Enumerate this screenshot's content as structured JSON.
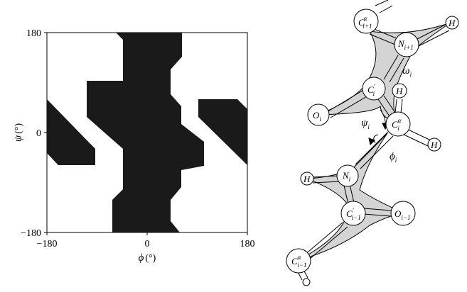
{
  "plot": {
    "y_tick_top": "180",
    "y_tick_mid": "0",
    "y_tick_bottom": "−180",
    "x_tick_left": "−180",
    "x_tick_mid": "0",
    "x_tick_right": "180",
    "x_axis_symbol": "ϕ",
    "x_axis_unit": "(°)",
    "y_axis_symbol": "ψ",
    "y_axis_unit": "(°)",
    "fill_color": "#1a1a1a"
  },
  "molecule": {
    "atoms": {
      "ca_next": {
        "base": "C",
        "sub": "i+1",
        "sup": "α"
      },
      "h_top": {
        "base": "H"
      },
      "n_next": {
        "base": "N",
        "sub": "i+1"
      },
      "c_prime": {
        "base": "C",
        "sub": "i",
        "sup": "′"
      },
      "h_mid": {
        "base": "H"
      },
      "o_i": {
        "base": "O",
        "sub": "i"
      },
      "ca_i": {
        "base": "C",
        "sub": "i",
        "sup": "α"
      },
      "h_ca": {
        "base": "H"
      },
      "h_left": {
        "base": "H"
      },
      "n_i": {
        "base": "N",
        "sub": "i"
      },
      "c_prev": {
        "base": "C",
        "sub": "i−1",
        "sup": "′"
      },
      "o_prev": {
        "base": "O",
        "sub": "i−1"
      },
      "ca_prev": {
        "base": "C",
        "sub": "i−1",
        "sup": "α"
      }
    },
    "angles": {
      "omega": {
        "sym": "ω",
        "sub": "i"
      },
      "psi": {
        "sym": "ψ",
        "sub": "i"
      },
      "phi": {
        "sym": "ϕ",
        "sub": "i"
      }
    },
    "plane_color": "#d4d4d4"
  }
}
